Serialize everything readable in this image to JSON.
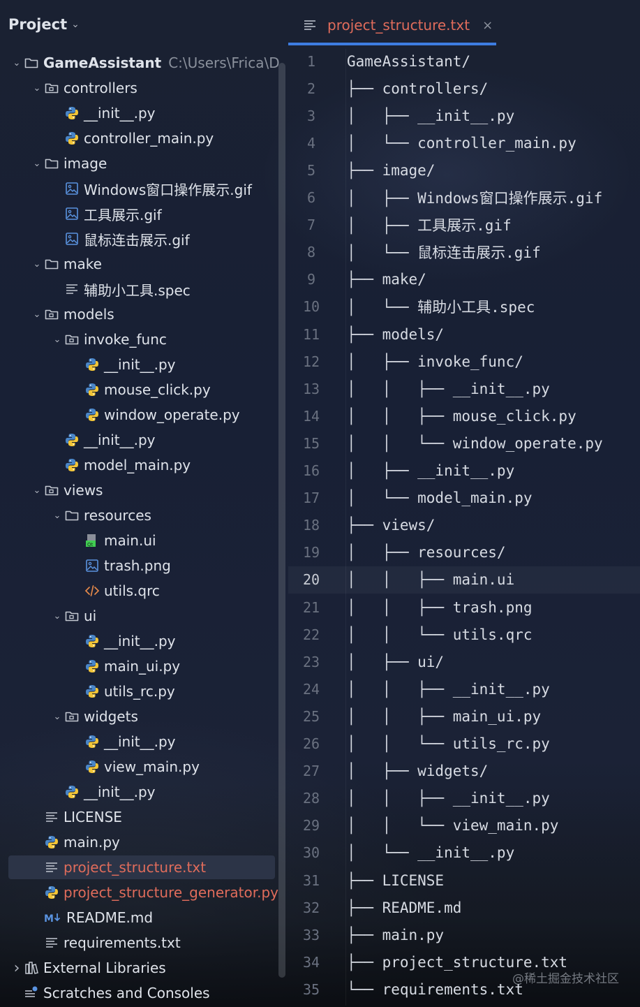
{
  "panel": {
    "title": "Project"
  },
  "tree": [
    {
      "indent": 0,
      "arrow": "down",
      "icon": "folder-icon",
      "label": "GameAssistant",
      "hint": "C:\\Users\\Frica\\D",
      "bold": true
    },
    {
      "indent": 1,
      "arrow": "down",
      "icon": "package-folder-icon",
      "label": "controllers"
    },
    {
      "indent": 2,
      "arrow": "",
      "icon": "python-icon",
      "label": "__init__.py"
    },
    {
      "indent": 2,
      "arrow": "",
      "icon": "python-icon",
      "label": "controller_main.py"
    },
    {
      "indent": 1,
      "arrow": "down",
      "icon": "folder-icon",
      "label": "image"
    },
    {
      "indent": 2,
      "arrow": "",
      "icon": "image-icon",
      "label": "Windows窗口操作展示.gif"
    },
    {
      "indent": 2,
      "arrow": "",
      "icon": "image-icon",
      "label": "工具展示.gif"
    },
    {
      "indent": 2,
      "arrow": "",
      "icon": "image-icon",
      "label": "鼠标连击展示.gif"
    },
    {
      "indent": 1,
      "arrow": "down",
      "icon": "folder-icon",
      "label": "make"
    },
    {
      "indent": 2,
      "arrow": "",
      "icon": "text-file-icon",
      "label": "辅助小工具.spec"
    },
    {
      "indent": 1,
      "arrow": "down",
      "icon": "package-folder-icon",
      "label": "models"
    },
    {
      "indent": 2,
      "arrow": "down",
      "icon": "package-folder-icon",
      "label": "invoke_func"
    },
    {
      "indent": 3,
      "arrow": "",
      "icon": "python-icon",
      "label": "__init__.py"
    },
    {
      "indent": 3,
      "arrow": "",
      "icon": "python-icon",
      "label": "mouse_click.py"
    },
    {
      "indent": 3,
      "arrow": "",
      "icon": "python-icon",
      "label": "window_operate.py"
    },
    {
      "indent": 2,
      "arrow": "",
      "icon": "python-icon",
      "label": "__init__.py"
    },
    {
      "indent": 2,
      "arrow": "",
      "icon": "python-icon",
      "label": "model_main.py"
    },
    {
      "indent": 1,
      "arrow": "down",
      "icon": "package-folder-icon",
      "label": "views"
    },
    {
      "indent": 2,
      "arrow": "down",
      "icon": "folder-icon",
      "label": "resources"
    },
    {
      "indent": 3,
      "arrow": "",
      "icon": "qt-ui-icon",
      "label": "main.ui"
    },
    {
      "indent": 3,
      "arrow": "",
      "icon": "image-icon",
      "label": "trash.png"
    },
    {
      "indent": 3,
      "arrow": "",
      "icon": "code-icon",
      "label": "utils.qrc"
    },
    {
      "indent": 2,
      "arrow": "down",
      "icon": "package-folder-icon",
      "label": "ui"
    },
    {
      "indent": 3,
      "arrow": "",
      "icon": "python-icon",
      "label": "__init__.py"
    },
    {
      "indent": 3,
      "arrow": "",
      "icon": "python-icon",
      "label": "main_ui.py"
    },
    {
      "indent": 3,
      "arrow": "",
      "icon": "python-icon",
      "label": "utils_rc.py"
    },
    {
      "indent": 2,
      "arrow": "down",
      "icon": "package-folder-icon",
      "label": "widgets"
    },
    {
      "indent": 3,
      "arrow": "",
      "icon": "python-icon",
      "label": "__init__.py"
    },
    {
      "indent": 3,
      "arrow": "",
      "icon": "python-icon",
      "label": "view_main.py"
    },
    {
      "indent": 2,
      "arrow": "",
      "icon": "python-icon",
      "label": "__init__.py"
    },
    {
      "indent": 1,
      "arrow": "",
      "icon": "text-file-icon",
      "label": "LICENSE"
    },
    {
      "indent": 1,
      "arrow": "",
      "icon": "python-icon",
      "label": "main.py"
    },
    {
      "indent": 1,
      "arrow": "",
      "icon": "text-file-icon",
      "label": "project_structure.txt",
      "red": true,
      "selected": true
    },
    {
      "indent": 1,
      "arrow": "",
      "icon": "python-icon",
      "label": "project_structure_generator.py",
      "red": true
    },
    {
      "indent": 1,
      "arrow": "",
      "icon": "markdown-icon",
      "label": "README.md"
    },
    {
      "indent": 1,
      "arrow": "",
      "icon": "text-file-icon",
      "label": "requirements.txt"
    },
    {
      "indent": 0,
      "arrow": "right",
      "icon": "library-icon",
      "label": "External Libraries"
    },
    {
      "indent": 0,
      "arrow": "",
      "icon": "scratches-icon",
      "label": "Scratches and Consoles"
    }
  ],
  "editor": {
    "tab_label": "project_structure.txt",
    "tab_close": "×",
    "current_line": 20,
    "lines": [
      "GameAssistant/",
      "├── controllers/",
      "│   ├── __init__.py",
      "│   └── controller_main.py",
      "├── image/",
      "│   ├── Windows窗口操作展示.gif",
      "│   ├── 工具展示.gif",
      "│   └── 鼠标连击展示.gif",
      "├── make/",
      "│   └── 辅助小工具.spec",
      "├── models/",
      "│   ├── invoke_func/",
      "│   │   ├── __init__.py",
      "│   │   ├── mouse_click.py",
      "│   │   └── window_operate.py",
      "│   ├── __init__.py",
      "│   └── model_main.py",
      "├── views/",
      "│   ├── resources/",
      "│   │   ├── main.ui",
      "│   │   ├── trash.png",
      "│   │   └── utils.qrc",
      "│   ├── ui/",
      "│   │   ├── __init__.py",
      "│   │   ├── main_ui.py",
      "│   │   └── utils_rc.py",
      "│   ├── widgets/",
      "│   │   ├── __init__.py",
      "│   │   └── view_main.py",
      "│   └── __init__.py",
      "├── LICENSE",
      "├── README.md",
      "├── main.py",
      "├── project_structure.txt",
      "└── requirements.txt"
    ]
  },
  "watermark": "@稀土掘金技术社区",
  "colors": {
    "accent": "#3d7ce0",
    "modified": "#e06c5b",
    "selection": "#2c3447"
  }
}
